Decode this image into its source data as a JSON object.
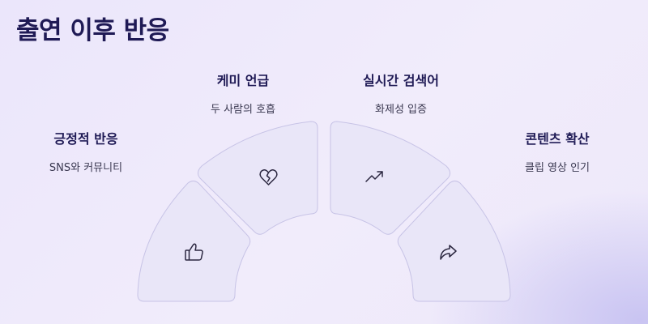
{
  "title": "출연 이후 반응",
  "segments": [
    {
      "heading": "긍정적 반응",
      "subtext": "SNS와 커뮤니티",
      "icon": "thumbs-up-icon"
    },
    {
      "heading": "케미 언급",
      "subtext": "두 사람의 호흡",
      "icon": "heart-icon"
    },
    {
      "heading": "실시간 검색어",
      "subtext": "화제성 입증",
      "icon": "trending-up-icon"
    },
    {
      "heading": "콘텐츠 확산",
      "subtext": "클립 영상 인기",
      "icon": "share-icon"
    }
  ],
  "colors": {
    "title": "#1f1a55",
    "segment_fill": "#e9e6f8",
    "segment_stroke": "#c7c3e6"
  }
}
